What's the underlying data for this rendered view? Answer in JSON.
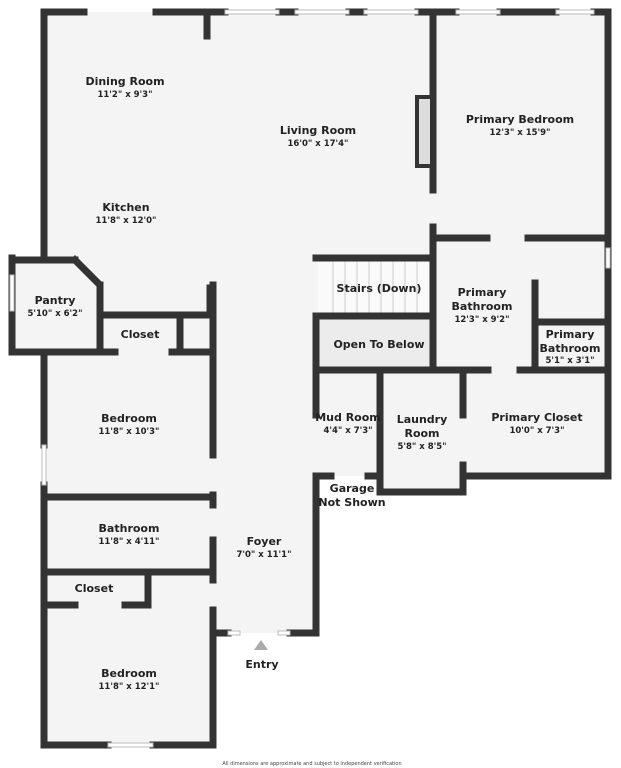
{
  "rooms": {
    "dining": {
      "name": "Dining Room",
      "dims": "11'2\" x 9'3\""
    },
    "living": {
      "name": "Living Room",
      "dims": "16'0\" x 17'4\""
    },
    "primary_bedroom": {
      "name": "Primary Bedroom",
      "dims": "12'3\" x 15'9\""
    },
    "kitchen": {
      "name": "Kitchen",
      "dims": "11'8\" x 12'0\""
    },
    "pantry": {
      "name": "Pantry",
      "dims": "5'10\" x 6'2\""
    },
    "closet1": {
      "name": "Closet"
    },
    "stairs": {
      "name": "Stairs (Down)"
    },
    "open_below": {
      "name": "Open To Below"
    },
    "primary_bathroom": {
      "name1": "Primary",
      "name2": "Bathroom",
      "dims": "12'3\" x 9'2\""
    },
    "primary_bathroom2": {
      "name1": "Primary",
      "name2": "Bathroom",
      "dims": "5'1\" x 3'1\""
    },
    "bedroom1": {
      "name": "Bedroom",
      "dims": "11'8\" x 10'3\""
    },
    "mud_room": {
      "name": "Mud Room",
      "dims": "4'4\" x 7'3\""
    },
    "laundry": {
      "name1": "Laundry",
      "name2": "Room",
      "dims": "5'8\" x 8'5\""
    },
    "primary_closet": {
      "name": "Primary Closet",
      "dims": "10'0\" x 7'3\""
    },
    "garage": {
      "line1": "Garage",
      "line2": "Not Shown"
    },
    "bathroom": {
      "name": "Bathroom",
      "dims": "11'8\" x 4'11\""
    },
    "foyer": {
      "name": "Foyer",
      "dims": "7'0\" x 11'1\""
    },
    "closet2": {
      "name": "Closet"
    },
    "bedroom2": {
      "name": "Bedroom",
      "dims": "11'8\" x 12'1\""
    }
  },
  "entry_label": "Entry",
  "footer": "All dimensions are approximate and subject to independent verification"
}
